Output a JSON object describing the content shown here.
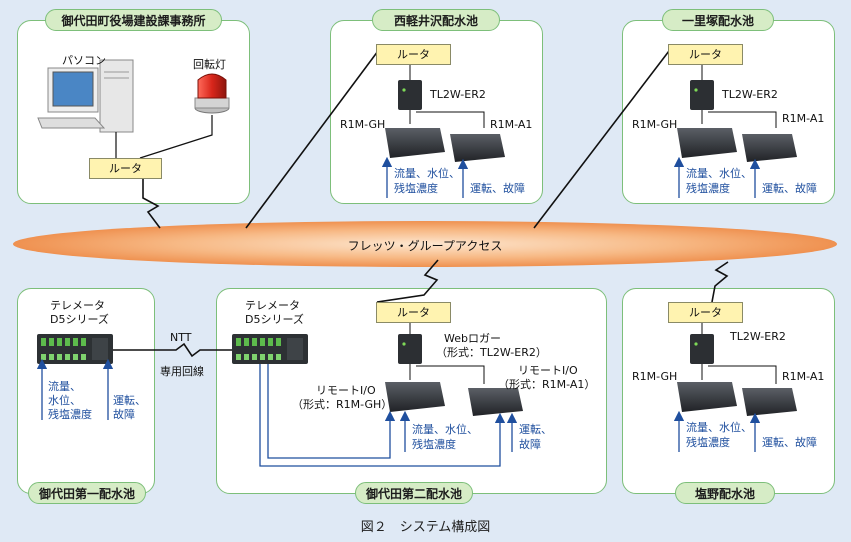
{
  "caption": "図２　システム構成図",
  "network": "フレッツ・グループアクセス",
  "router_label": "ルータ",
  "office": {
    "title": "御代田町役場建設課事務所",
    "pc": "パソコン",
    "lamp": "回転灯"
  },
  "nishikaruizawa": {
    "title": "西軽井沢配水池",
    "logger": "TL2W-ER2",
    "gh": "R1M-GH",
    "a1": "R1M-A1",
    "gh_signals": [
      "流量、水位、",
      "残塩濃度"
    ],
    "a1_signals": [
      "運転、故障"
    ]
  },
  "ichirizuka": {
    "title": "一里塚配水池",
    "logger": "TL2W-ER2",
    "gh": "R1M-GH",
    "a1": "R1M-A1",
    "gh_signals": [
      "流量、水位、",
      "残塩濃度"
    ],
    "a1_signals": [
      "運転、故障"
    ]
  },
  "daiichi": {
    "title": "御代田第一配水池",
    "telemeter": [
      "テレメータ",
      "D5シリーズ"
    ],
    "signals_left": [
      "流量、",
      "水位、",
      "残塩濃度"
    ],
    "signals_right": [
      "運転、",
      "故障"
    ]
  },
  "ntt": {
    "name": "NTT",
    "line": "専用回線"
  },
  "daini": {
    "title": "御代田第二配水池",
    "telemeter": [
      "テレメータ",
      "D5シリーズ"
    ],
    "logger": [
      "Webロガー",
      "（形式：TL2W-ER2）"
    ],
    "gh": [
      "リモートI/O",
      "（形式：R1M-GH）"
    ],
    "a1": [
      "リモートI/O",
      "（形式：R1M-A1）"
    ],
    "gh_signals": [
      "流量、水位、",
      "残塩濃度"
    ],
    "a1_signals": [
      "運転、",
      "故障"
    ]
  },
  "shiono": {
    "title": "塩野配水池",
    "logger": "TL2W-ER2",
    "gh": "R1M-GH",
    "a1": "R1M-A1",
    "gh_signals": [
      "流量、水位、",
      "残塩濃度"
    ],
    "a1_signals": [
      "運転、故障"
    ]
  },
  "colors": {
    "background": "#dfe9f5",
    "panel_border": "#7dbf7a",
    "title_fill": "#d6ecc6",
    "router_fill": "#fff3b0",
    "cloud": "#f4a86f",
    "signal_blue": "#1f4f9e",
    "lamp_red": "#d8261b"
  }
}
